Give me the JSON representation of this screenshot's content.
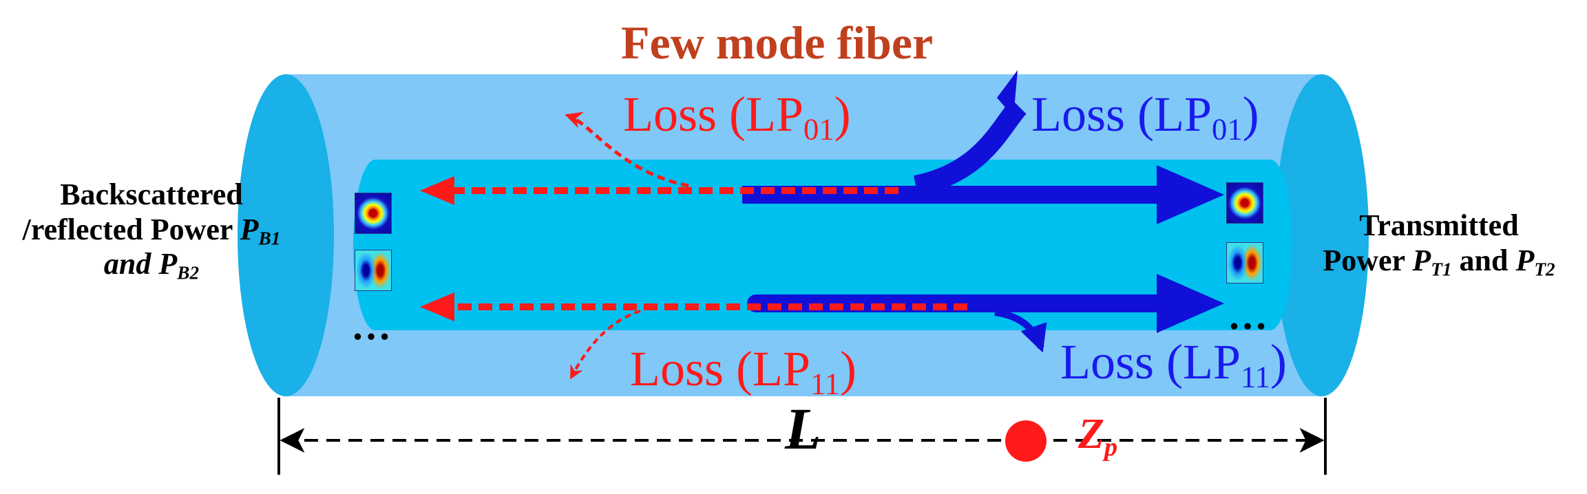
{
  "title": "Few mode fiber",
  "loss_backward_lp01": {
    "text": "Loss (LP",
    "sub": "01",
    "close": ")"
  },
  "loss_forward_lp01": {
    "text": "Loss (LP",
    "sub": "01",
    "close": ")"
  },
  "loss_backward_lp11": {
    "text": "Loss (LP",
    "sub": "11",
    "close": ")"
  },
  "loss_forward_lp11": {
    "text": "Loss (LP",
    "sub": "11",
    "close": ")"
  },
  "left_label": {
    "line1": "Backscattered",
    "line2_prefix": "/reflected Power ",
    "pb1_symbol": "P",
    "pb1_sub": "B1",
    "and": "and ",
    "pb2_symbol": "P",
    "pb2_sub": "B2"
  },
  "right_label": {
    "line1": "Transmitted",
    "line2_prefix": "Power ",
    "pt1_symbol": "P",
    "pt1_sub": "T1",
    "and": " and ",
    "pt2_symbol": "P",
    "pt2_sub": "T2"
  },
  "length_label": "L",
  "position_label": {
    "symbol": "Z",
    "sub": "p"
  },
  "ellipsis_left": "…",
  "ellipsis_right": "…",
  "colors": {
    "cladding": "#7fc8f8",
    "core": "#00c0f0",
    "end_cap": "#1ab0e8",
    "forward_arrow": "#1010d8",
    "backward_arrow": "#ff1a1a",
    "title": "#c0401e",
    "marker": "#ff1a1a"
  },
  "icons": [
    "lp01-mode-icon",
    "lp11-mode-icon",
    "fiber-cylinder-icon",
    "position-marker-icon"
  ]
}
